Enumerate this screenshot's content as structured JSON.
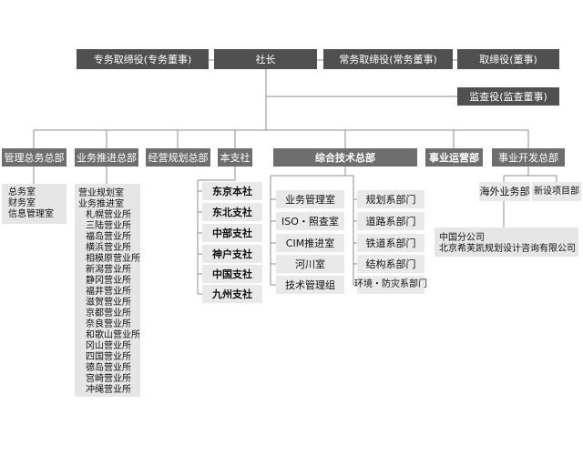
{
  "top_row": {
    "senmu": "专务取缔役(专务董事)",
    "shacho": "社长",
    "jomu": "常务取缔役(常务董事)",
    "torishimari": "取缔役(董事)"
  },
  "auditor": "监查役(监查董事)",
  "departments": {
    "general_affairs": {
      "label": "管理总务总部",
      "items": [
        "总务室",
        "财务室",
        "信息管理室"
      ]
    },
    "business_promotion": {
      "label": "业务推进总部",
      "items": [
        "营业规划室",
        "业务推进室"
      ],
      "offices": [
        "札幌营业所",
        "三陆营业所",
        "福岛营业所",
        "横浜营业所",
        "相模原营业所",
        "新潟营业所",
        "静冈营业所",
        "福井营业所",
        "滋贺营业所",
        "京都营业所",
        "奈良营业所",
        "和歌山营业所",
        "冈山营业所",
        "四国营业所",
        "德岛营业所",
        "宫崎营业所",
        "冲绳营业所"
      ]
    },
    "planning": {
      "label": "经营规划总部"
    },
    "branches": {
      "label": "本支社",
      "items": [
        "东京本社",
        "东北支社",
        "中部支社",
        "神户支社",
        "中国支社",
        "九州支社"
      ]
    },
    "technology": {
      "label": "综合技术总部",
      "left_items": [
        "业务管理室",
        "ISO・照查室",
        "CIM推进室",
        "河川室",
        "技术管理组"
      ],
      "right_items": [
        "规划系部门",
        "道路系部门",
        "铁道系部门",
        "结构系部门",
        "环境・防灾系部门"
      ]
    },
    "operations": {
      "label": "事业运营部"
    },
    "development": {
      "label": "事业开发总部",
      "overseas": "海外业务部",
      "new_projects": "新设项目部",
      "china": [
        "中国分公司",
        "北京希芙凯规划设计咨询有限公司"
      ]
    }
  }
}
